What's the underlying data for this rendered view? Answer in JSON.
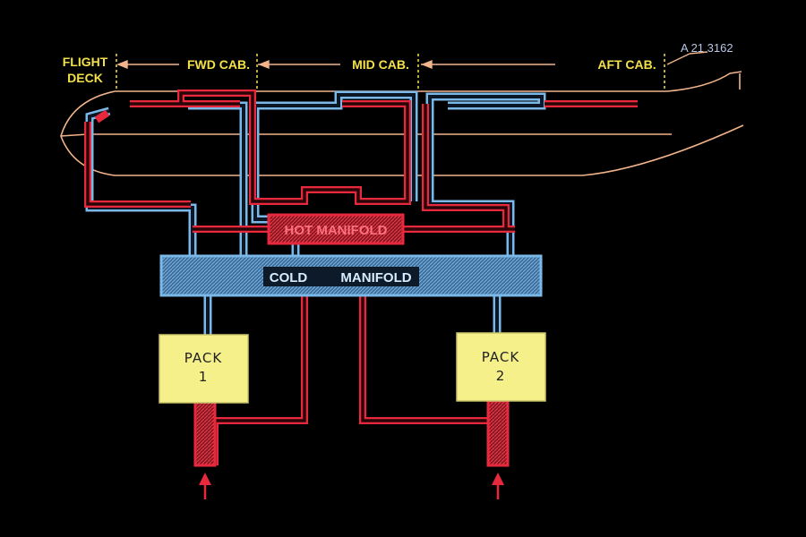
{
  "ref_code": "A 21 3162",
  "zones": {
    "flight_deck_line1": "FLIGHT",
    "flight_deck_line2": "DECK",
    "fwd": "FWD CAB.",
    "mid": "MID CAB.",
    "aft": "AFT CAB."
  },
  "manifolds": {
    "hot": "HOT MANIFOLD",
    "cold_word1": "COLD",
    "cold_word2": "MANIFOLD"
  },
  "packs": [
    {
      "line1": "PACK",
      "line2": "1"
    },
    {
      "line1": "PACK",
      "line2": "2"
    }
  ],
  "colors": {
    "hot_air": "#e8283c",
    "cold_air": "#7ab8e8",
    "fuselage": "#f2b48a",
    "labels": "#f4e04a",
    "pack_fill": "#f6f08a"
  }
}
